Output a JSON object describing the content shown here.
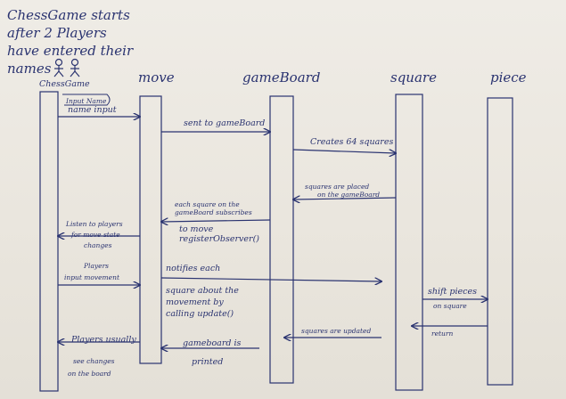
{
  "title_lines": [
    "ChessGame starts",
    "after 2 Players",
    "have entered their",
    "names"
  ],
  "actor_label": "ChessGame",
  "actor_note": "Input Name",
  "lifelines": {
    "chessgame": "ChessGame",
    "move": "move",
    "gameboard": "gameBoard",
    "square": "square",
    "piece": "piece"
  },
  "messages": {
    "m1": "name input",
    "m2": "sent to gameBoard",
    "m3": "Creates 64 squares",
    "m4": [
      "squares are placed",
      "on the gameBoard"
    ],
    "m5": [
      "each square on the",
      "gameBoard subscribes",
      "to move",
      "registerObserver()"
    ],
    "m6": [
      "Listen to players",
      "for move state",
      "changes"
    ],
    "m7": [
      "Players",
      "input movement"
    ],
    "m8": [
      "notifies each",
      "square about the",
      "movement by",
      "calling update()"
    ],
    "m9": [
      "shift pieces",
      "on square"
    ],
    "m10": "return",
    "m11": "squares are updated",
    "m12": [
      "gameboard is",
      "printed"
    ],
    "m13": [
      "Players usually",
      "see changes",
      "on the board"
    ]
  },
  "colors": {
    "ink": "#2a3370",
    "paper": "#eeebe4"
  }
}
